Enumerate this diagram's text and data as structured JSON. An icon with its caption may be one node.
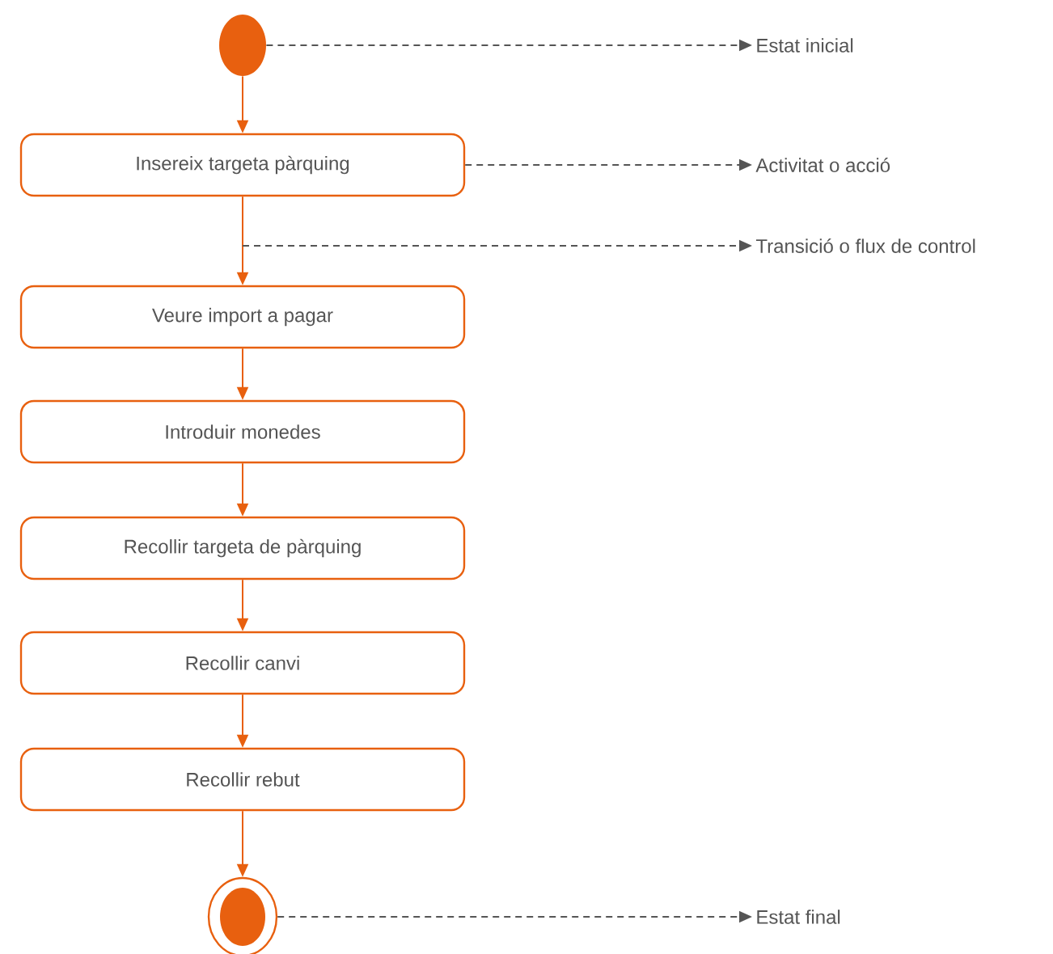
{
  "diagram": {
    "nodes": [
      {
        "text": [],
        "shape": "circle"
      },
      {
        "text": [
          "Insereix targeta pàrquing"
        ]
      },
      {
        "text": [
          "Veure import a pagar"
        ]
      },
      {
        "text": [
          "Introduir monedes"
        ]
      },
      {
        "text": [
          "Recollir targeta de pàrquing"
        ]
      },
      {
        "text": [
          "Recollir canvi"
        ]
      },
      {
        "text": [
          "Recollir rebut"
        ]
      },
      {
        "text": [],
        "shape": "bullseye"
      },
      {
        "text": [
          "Estat inicial"
        ]
      },
      {
        "text": [
          "Activitat o acció"
        ]
      },
      {
        "text": [
          "Transició o flux de control"
        ]
      },
      {
        "text": [
          "Estat final"
        ]
      }
    ],
    "edges": [
      {
        "from": 0,
        "to": 1,
        "arrow": "to"
      },
      {
        "from": 1,
        "to": 2,
        "arrow": "to"
      },
      {
        "from": 2,
        "to": 3,
        "arrow": "to"
      },
      {
        "from": 3,
        "to": 4,
        "arrow": "to"
      },
      {
        "from": 4,
        "to": 5,
        "arrow": "to"
      },
      {
        "from": 5,
        "to": 6,
        "arrow": "to"
      },
      {
        "from": 6,
        "to": 7,
        "arrow": "to"
      },
      {
        "from": 0,
        "to": 8,
        "arrow": "to",
        "style": "dashed",
        "color": "#555555"
      },
      {
        "from": 1,
        "to": 9,
        "arrow": "to",
        "style": "dashed",
        "color": "#555555"
      },
      {
        "from": null,
        "to": 10,
        "arrow": "to",
        "style": "dashed",
        "color": "#555555"
      },
      {
        "from": 7,
        "to": 11,
        "arrow": "to",
        "style": "dashed",
        "color": "#555555"
      }
    ]
  }
}
